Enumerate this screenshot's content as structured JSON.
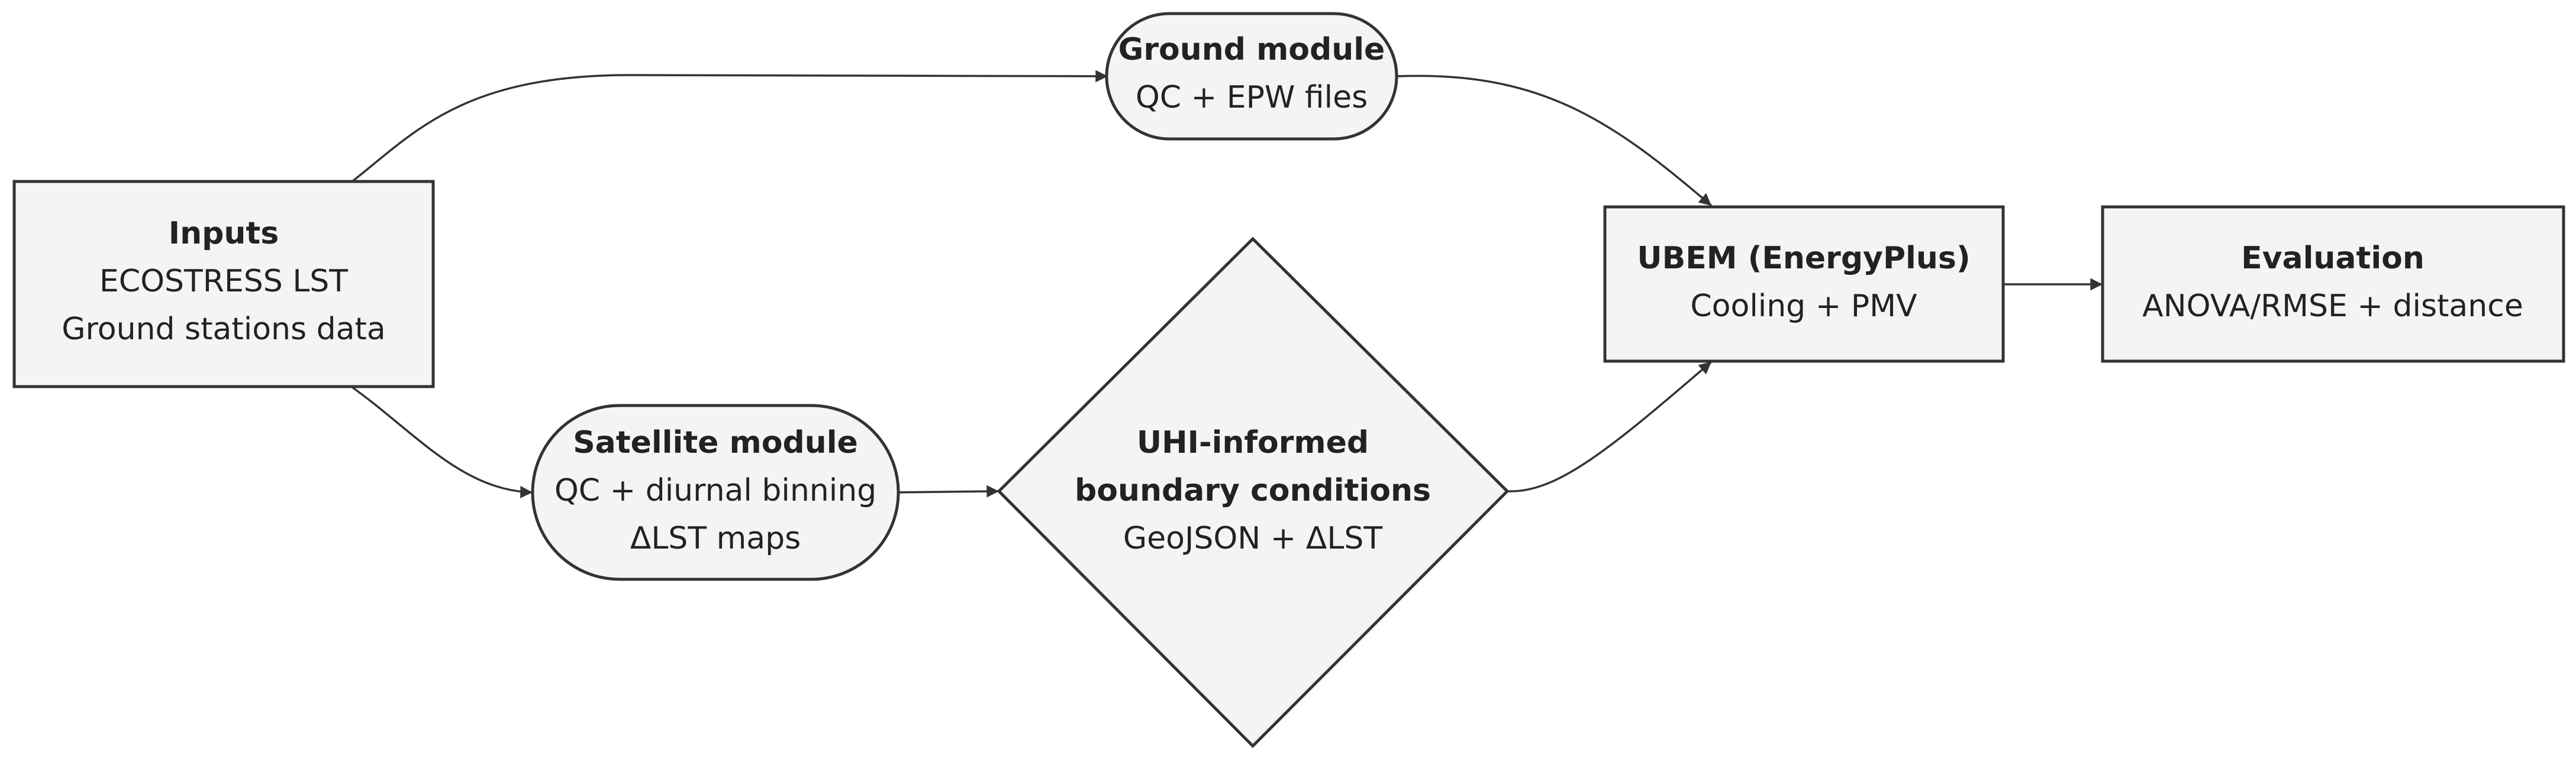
{
  "diagram": {
    "colors": {
      "node_fill": "#f4f4f4",
      "node_stroke": "#333333",
      "edge": "#333333",
      "text": "#222222"
    },
    "nodes": {
      "inputs": {
        "title": "Inputs",
        "line1": "ECOSTRESS LST",
        "line2": "Ground stations data"
      },
      "ground": {
        "title": "Ground module",
        "line1": "QC + EPW files"
      },
      "satellite": {
        "title": "Satellite module",
        "line1": "QC + diurnal binning",
        "line2": "ΔLST maps"
      },
      "uhi": {
        "title1": "UHI-informed",
        "title2": "boundary conditions",
        "line1": "GeoJSON + ΔLST"
      },
      "ubem": {
        "title": "UBEM (EnergyPlus)",
        "line1": "Cooling + PMV"
      },
      "evaluation": {
        "title": "Evaluation",
        "line1": "ANOVA/RMSE + distance"
      }
    },
    "edges": [
      {
        "from": "Inputs",
        "to": "Ground module"
      },
      {
        "from": "Inputs",
        "to": "Satellite module"
      },
      {
        "from": "Satellite module",
        "to": "UHI-informed boundary conditions"
      },
      {
        "from": "Ground module",
        "to": "UBEM (EnergyPlus)"
      },
      {
        "from": "UHI-informed boundary conditions",
        "to": "UBEM (EnergyPlus)"
      },
      {
        "from": "UBEM (EnergyPlus)",
        "to": "Evaluation"
      }
    ]
  }
}
